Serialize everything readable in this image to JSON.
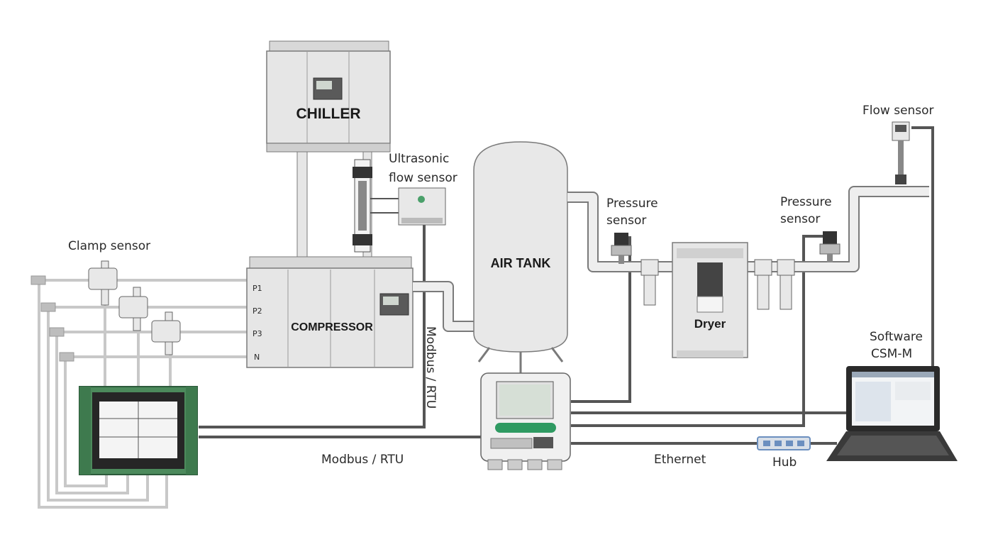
{
  "labels": {
    "chiller": "CHILLER",
    "compressor": "COMPRESSOR",
    "air_tank": "AIR TANK",
    "dryer": "Dryer",
    "ultrasonic_line1": "Ultrasonic",
    "ultrasonic_line2": "flow sensor",
    "clamp_sensor": "Clamp sensor",
    "pressure1_line1": "Pressure",
    "pressure1_line2": "sensor",
    "pressure2_line1": "Pressure",
    "pressure2_line2": "sensor",
    "flow_sensor": "Flow sensor",
    "software_line1": "Software",
    "software_line2": "CSM-M",
    "modbus_vertical": "Modbus / RTU",
    "modbus_bottom": "Modbus / RTU",
    "ethernet": "Ethernet",
    "hub": "Hub",
    "phase_p1": "P1",
    "phase_p2": "P2",
    "phase_p3": "P3",
    "phase_n": "N"
  },
  "colors": {
    "cable_dark": "#555555",
    "cable_light": "#c8c8c8",
    "cabinet": "#e4e4e4",
    "cabinet_border": "#7a7a7a",
    "datalogger_green": "#4c8a5c",
    "dataloger_buttons": "#2f9a62",
    "hub_blue": "#6b8fbf"
  }
}
